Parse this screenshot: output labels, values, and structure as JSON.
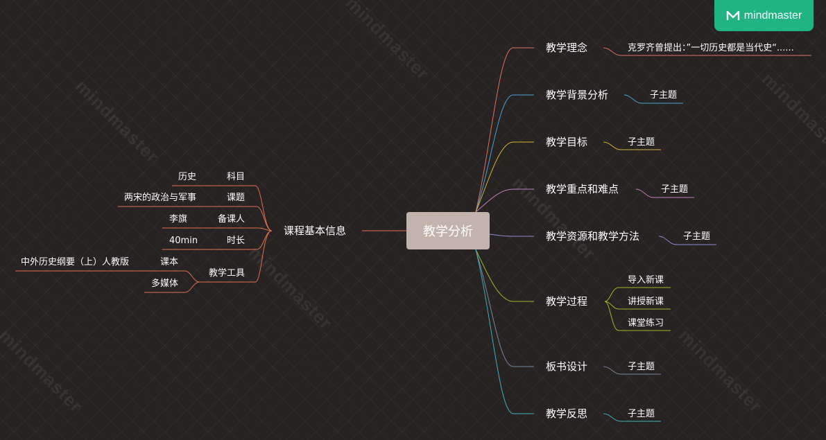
{
  "brand": {
    "name": "mindmaster",
    "color": "#1fb482"
  },
  "watermark": {
    "text": "mindmaster"
  },
  "root": {
    "label": "教学分析",
    "color": "#c3b3ad"
  },
  "right_branches": [
    {
      "label": "教学理念",
      "color": "#e07060",
      "children": [
        "克罗齐曾提出：”一切历史都是当代史“......"
      ]
    },
    {
      "label": "教学背景分析",
      "color": "#4aa3d8",
      "children": [
        "子主题"
      ]
    },
    {
      "label": "教学目标",
      "color": "#d8b030",
      "children": [
        "子主题"
      ]
    },
    {
      "label": "教学重点和难点",
      "color": "#c080b8",
      "children": [
        "子主题"
      ]
    },
    {
      "label": "教学资源和教学方法",
      "color": "#9088d8",
      "children": [
        "子主题"
      ]
    },
    {
      "label": "教学过程",
      "color": "#a0b828",
      "children": [
        "导入新课",
        "讲授新课",
        "课堂练习"
      ]
    },
    {
      "label": "板书设计",
      "color": "#7888a0",
      "children": [
        "子主题"
      ]
    },
    {
      "label": "教学反思",
      "color": "#40b0c0",
      "children": [
        "子主题"
      ]
    }
  ],
  "left_branch": {
    "label": "课程基本信息",
    "color": "#e07050",
    "items": [
      {
        "label": "科目",
        "value": "历史"
      },
      {
        "label": "课题",
        "value": "两宋的政治与军事"
      },
      {
        "label": "备课人",
        "value": "李旗"
      },
      {
        "label": "时长",
        "value": "40min"
      },
      {
        "label": "教学工具",
        "values": [
          "课本",
          "多媒体"
        ],
        "value_notes": [
          "中外历史纲要（上）人教版",
          ""
        ]
      }
    ]
  }
}
